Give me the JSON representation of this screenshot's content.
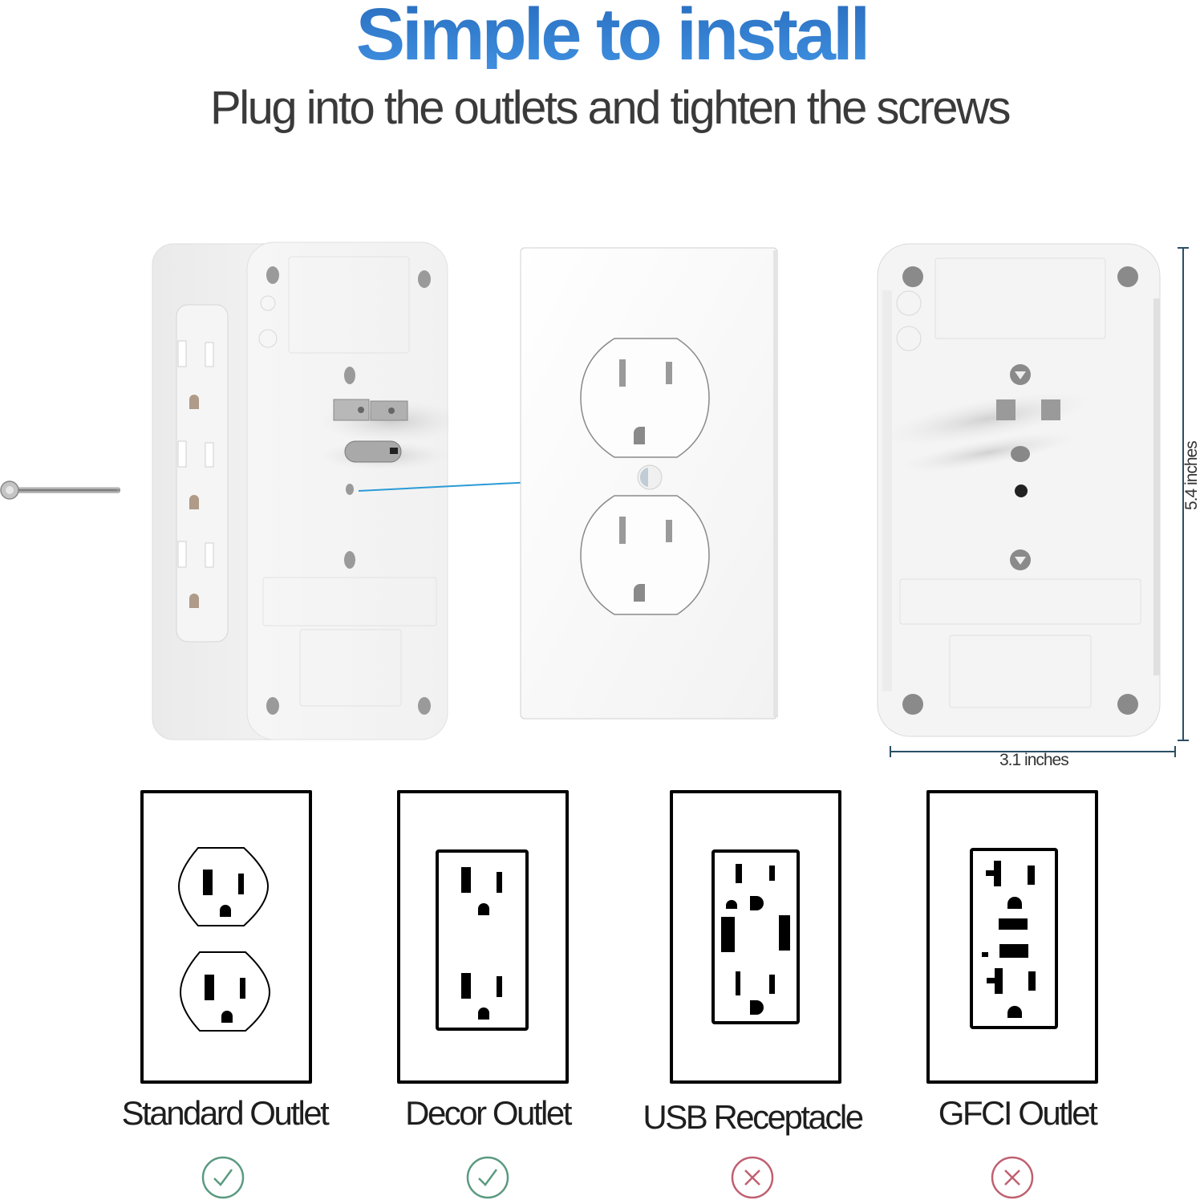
{
  "header": {
    "title": "Simple to install",
    "subtitle": "Plug into the outlets and tighten the screws"
  },
  "product": {
    "dimensions": {
      "width_label": "3.1 inches",
      "height_label": "5.4 inches"
    }
  },
  "compatibility": [
    {
      "label": "Standard Outlet",
      "compatible": true,
      "status_icon": "check-circle-icon"
    },
    {
      "label": "Decor Outlet",
      "compatible": true,
      "status_icon": "check-circle-icon"
    },
    {
      "label": "USB Receptacle",
      "compatible": false,
      "status_icon": "x-circle-icon"
    },
    {
      "label": "GFCI Outlet",
      "compatible": false,
      "status_icon": "x-circle-icon"
    }
  ],
  "colors": {
    "title_blue": "#2f7bd0",
    "subtitle_gray": "#3a3a3a",
    "arrow_blue": "#2a9bd6",
    "check_green": "#5a9a80",
    "cross_red": "#c06070",
    "dimension_line": "#2b4f63"
  }
}
